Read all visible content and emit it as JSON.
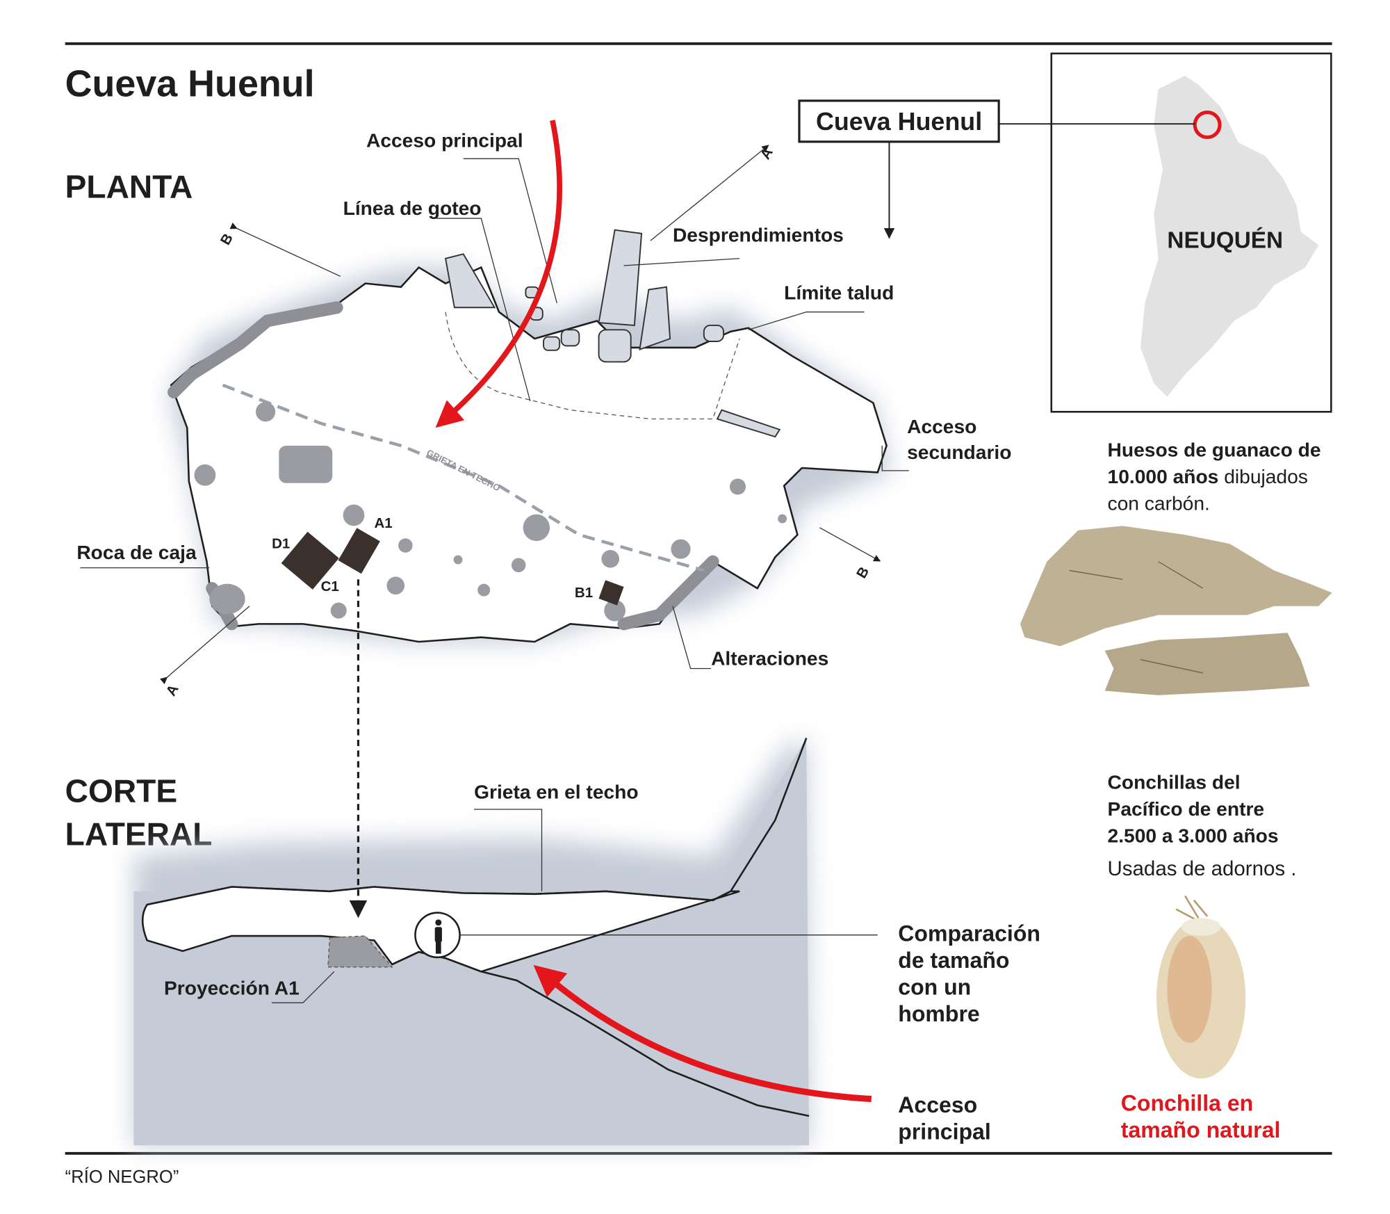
{
  "title": "Cueva Huenul",
  "sections": {
    "plan": "PLANTA",
    "section_line1": "CORTE",
    "section_line2": "LATERAL"
  },
  "locator": {
    "label": "Cueva Huenul",
    "province": "NEUQUÉN"
  },
  "plan_labels": {
    "acceso_principal": "Acceso principal",
    "linea_goteo": "Línea de goteo",
    "desprendimientos": "Desprendimientos",
    "limite_talud": "Límite talud",
    "acceso_secundario_1": "Acceso",
    "acceso_secundario_2": "secundario",
    "roca_caja": "Roca de caja",
    "alteraciones": "Alteraciones",
    "grieta": "GRIETA EN TECHO",
    "a1": "A1",
    "b1": "B1",
    "c1": "C1",
    "d1": "D1",
    "cut_a": "A",
    "cut_b": "B"
  },
  "section_labels": {
    "grieta": "Grieta en el techo",
    "proyeccion": "Proyección A1",
    "comparacion": [
      "Comparación",
      "de tamaño",
      "con un",
      "hombre"
    ],
    "acceso": [
      "Acceso",
      "principal"
    ]
  },
  "sidebar": {
    "huesos_bold1": "Huesos de guanaco de",
    "huesos_bold2": "10.000 años",
    "huesos_reg2": " dibujados",
    "huesos_reg3": "con carbón.",
    "conchillas": [
      "Conchillas del",
      "Pacífico de entre",
      "2.500 a 3.000 años"
    ],
    "usadas": "Usadas de adornos .",
    "conchilla_caption": [
      "Conchilla en",
      "tamaño natural"
    ]
  },
  "credit": "“RÍO NEGRO”",
  "colors": {
    "accent": "#e3161b",
    "shade": "#c5ccd8",
    "rock": "#8e9096",
    "square": "#3b302b"
  }
}
